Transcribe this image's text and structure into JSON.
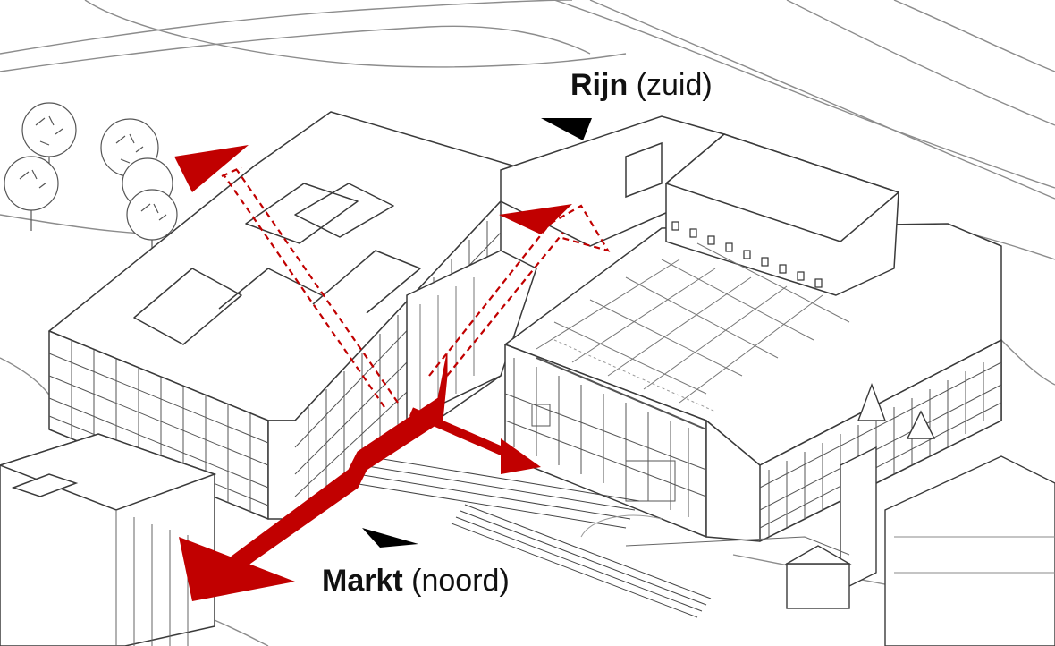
{
  "labels": {
    "rijn": {
      "name": "Rijn",
      "direction": "(zuid)"
    },
    "markt": {
      "name": "Markt",
      "direction": "(noord)"
    }
  },
  "colors": {
    "route": "#c10000",
    "line": "#4a4a4a",
    "light_line": "#9a9a9a",
    "background": "#ffffff"
  },
  "icons": {
    "north_marker": "black-triangle-marker",
    "south_marker": "black-triangle-marker",
    "trees": "tree-icon"
  }
}
